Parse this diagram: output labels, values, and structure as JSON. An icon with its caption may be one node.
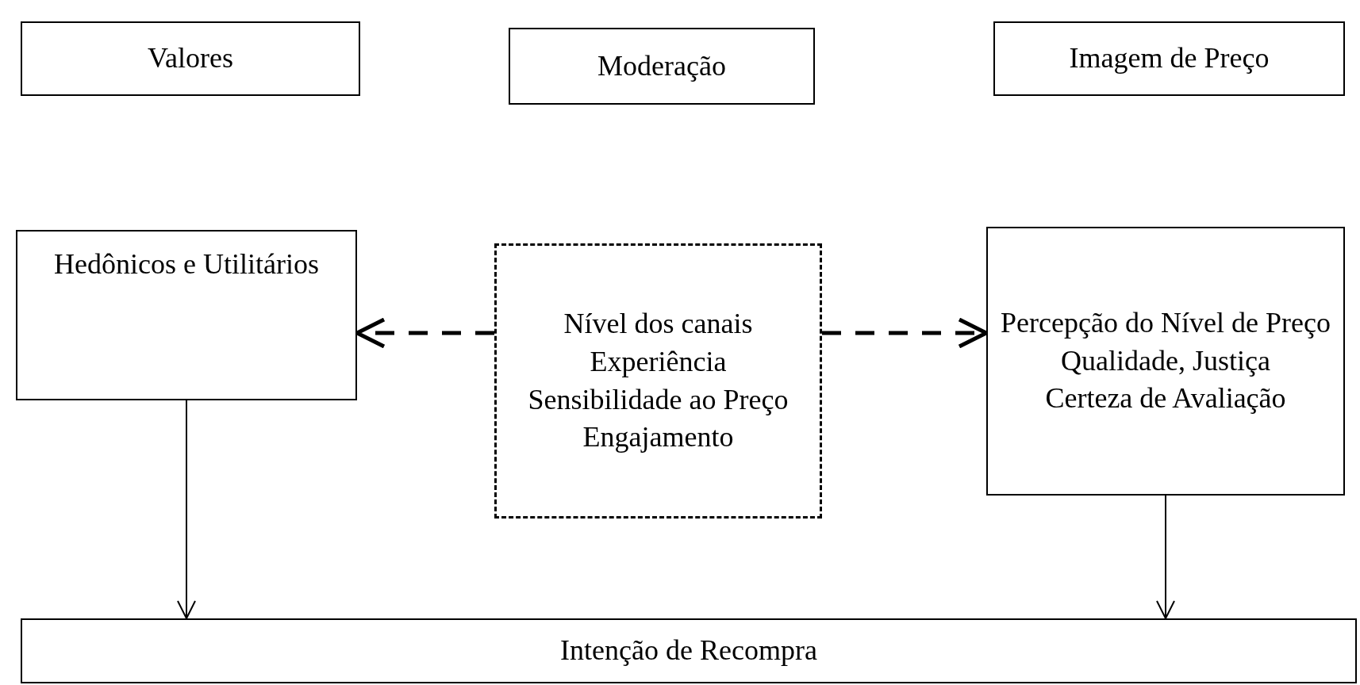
{
  "diagram": {
    "nodes": [
      {
        "text": [
          "Valores"
        ]
      },
      {
        "text": [
          "Moderação"
        ]
      },
      {
        "text": [
          "Imagem de Preço"
        ]
      },
      {
        "text": [
          "Hedônicos e Utilitários"
        ]
      },
      {
        "text": [
          "Nível dos canais",
          "Experiência",
          "Sensibilidade ao Preço",
          "Engajamento"
        ]
      },
      {
        "text": [
          "Percepção do Nível de Preço",
          "Qualidade, Justiça",
          "Certeza de Avaliação"
        ]
      },
      {
        "text": [
          "Intenção de Recompra"
        ]
      }
    ],
    "edges": [
      {
        "from": 4,
        "to": 3,
        "arrow": "to",
        "style": "dashed"
      },
      {
        "from": 4,
        "to": 5,
        "arrow": "to",
        "style": "dashed"
      },
      {
        "from": 3,
        "to": 6,
        "arrow": "to"
      },
      {
        "from": 5,
        "to": 6,
        "arrow": "to"
      }
    ]
  }
}
